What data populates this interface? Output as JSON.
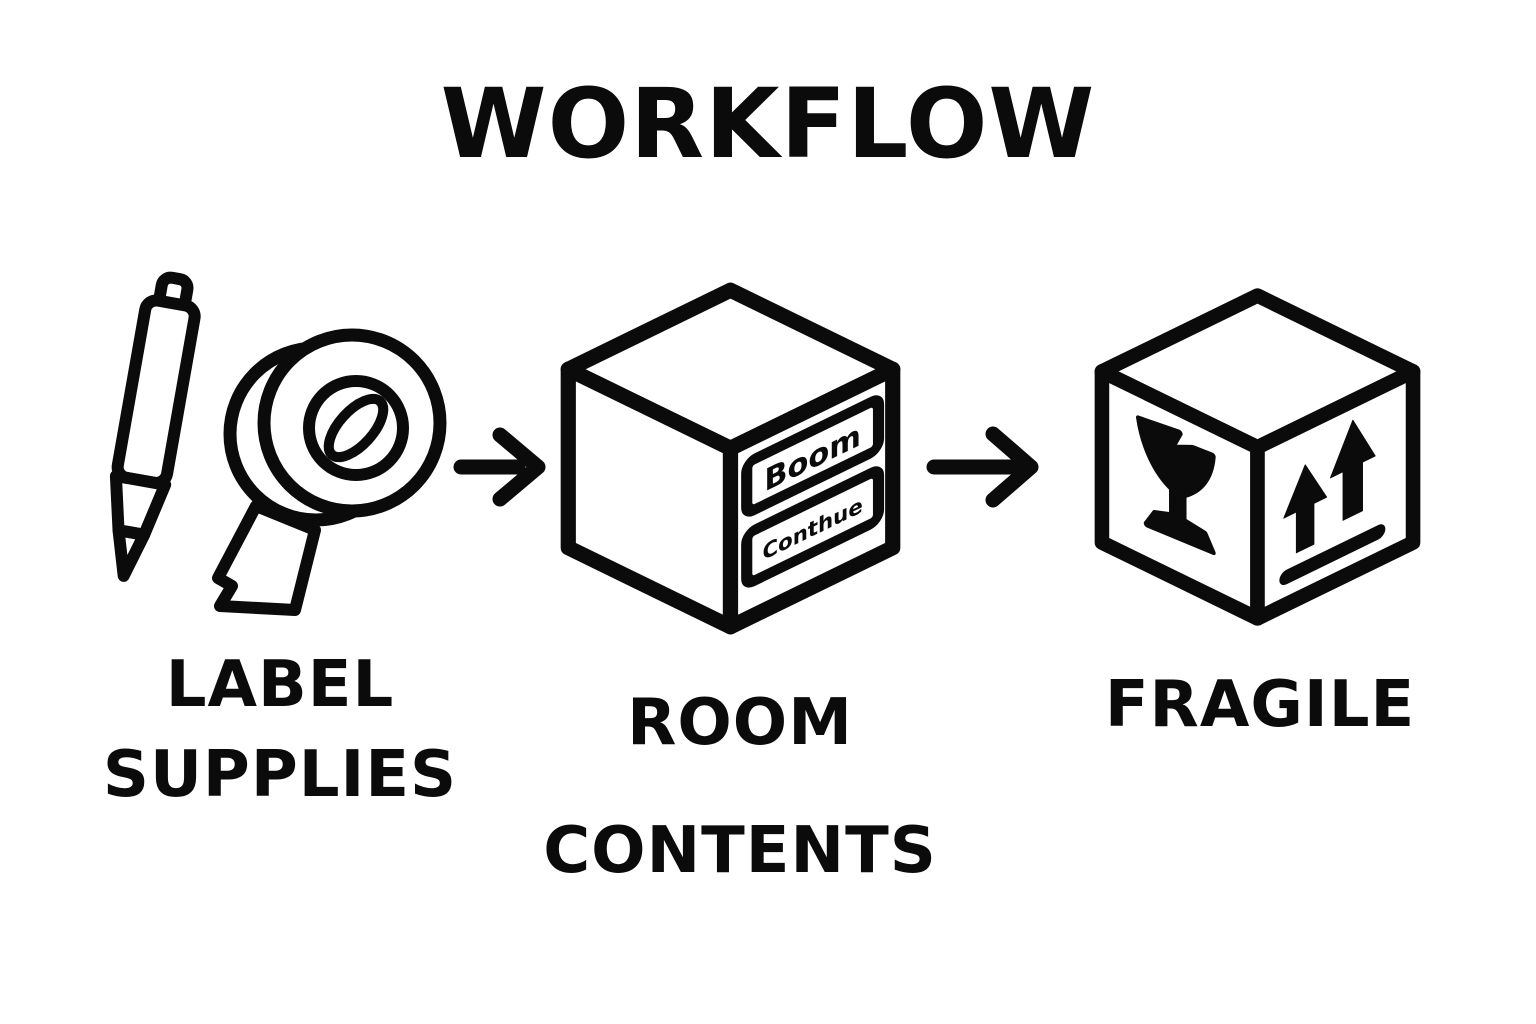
{
  "title": "WORKFLOW",
  "colors": {
    "ink": "#0b0b0b",
    "background": "#ffffff"
  },
  "steps": [
    {
      "name": "label-supplies",
      "label_lines": [
        "LABEL",
        "SUPPLIES"
      ],
      "icons": [
        "marker-pen-icon",
        "tape-roll-icon"
      ]
    },
    {
      "name": "room-contents",
      "label_lines": [
        "ROOM",
        "CONTENTS"
      ],
      "icons": [
        "room-contents-box-icon"
      ],
      "box_stickers": [
        "Boom",
        "Conthue"
      ]
    },
    {
      "name": "fragile",
      "label_lines": [
        "FRAGILE"
      ],
      "icons": [
        "fragile-box-icon",
        "broken-glass-icon",
        "this-side-up-icon"
      ]
    }
  ],
  "connectors": [
    {
      "name": "arrow-1",
      "type": "right-arrow"
    },
    {
      "name": "arrow-2",
      "type": "right-arrow"
    }
  ]
}
